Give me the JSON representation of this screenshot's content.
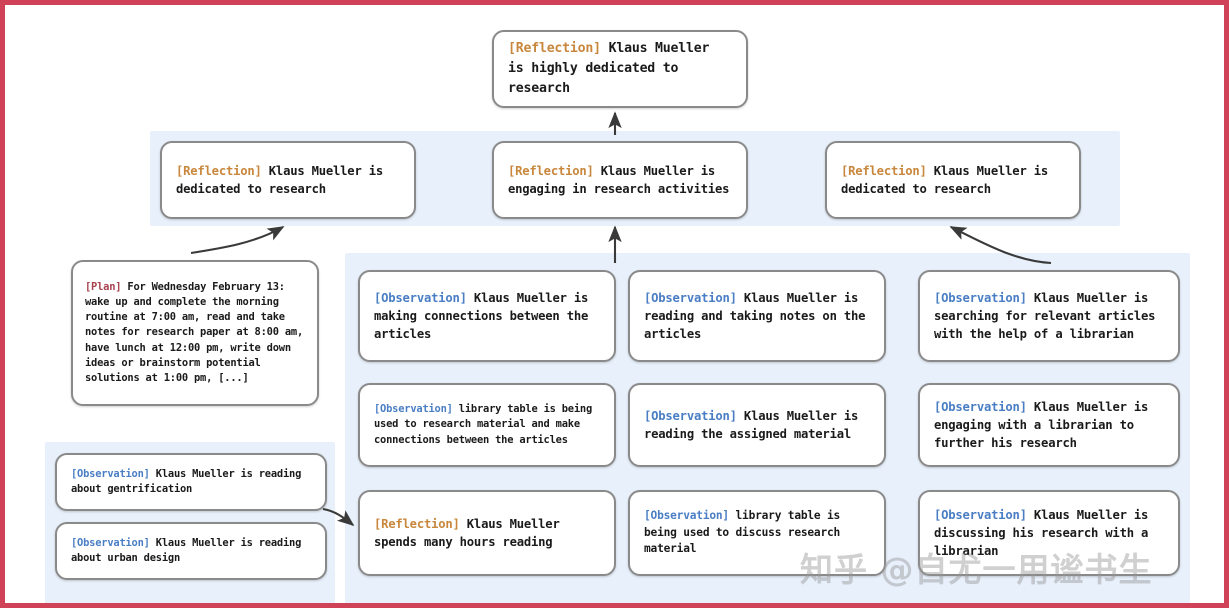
{
  "figure": {
    "border_color": "#cf4257",
    "panel_color": "#e8f0fb",
    "node_border_color": "#8a8a8a",
    "tag_colors": {
      "reflection": "#c8873c",
      "observation": "#4a7ec4",
      "plan": "#a8414e"
    },
    "watermark": "知乎 @自尤一用谧书生"
  },
  "tags": {
    "reflection": "[Reflection]",
    "observation": "[Observation]",
    "plan": "[Plan]"
  },
  "top_node": {
    "tag": "[Reflection]",
    "text": " Klaus Mueller is highly dedicated to research"
  },
  "reflection_row": [
    {
      "tag": "[Reflection]",
      "text": " Klaus Mueller is dedicated to research"
    },
    {
      "tag": "[Reflection]",
      "text": " Klaus Mueller is engaging in research activities"
    },
    {
      "tag": "[Reflection]",
      "text": " Klaus Mueller is dedicated to research"
    }
  ],
  "plan_node": {
    "tag": "[Plan]",
    "text": " For Wednesday February 13: wake up and complete the morning routine at 7:00 am, read and take notes for research paper at 8:00 am, have lunch at 12:00 pm, write down ideas or brainstorm potential solutions at 1:00 pm, [...]"
  },
  "left_observations": [
    {
      "tag": "[Observation]",
      "text": " Klaus Mueller is reading about gentrification"
    },
    {
      "tag": "[Observation]",
      "text": " Klaus Mueller is reading about urban design"
    }
  ],
  "column_1": [
    {
      "tag": "[Observation]",
      "text": " Klaus Mueller is making connections between the articles"
    },
    {
      "tag": "[Observation]",
      "text": " library table is being used to research material and make connections between the articles"
    },
    {
      "tag": "[Reflection]",
      "text": " Klaus Mueller spends many hours reading"
    }
  ],
  "column_2": [
    {
      "tag": "[Observation]",
      "text": " Klaus Mueller is reading and taking notes on the articles"
    },
    {
      "tag": "[Observation]",
      "text": " Klaus Mueller is reading the assigned material"
    },
    {
      "tag": "[Observation]",
      "text": " library table is being used to discuss research material"
    }
  ],
  "column_3": [
    {
      "tag": "[Observation]",
      "text": " Klaus Mueller is searching for relevant articles with the help of a librarian"
    },
    {
      "tag": "[Observation]",
      "text": " Klaus Mueller is engaging with a librarian to further his research"
    },
    {
      "tag": "[Observation]",
      "text": " Klaus Mueller is discussing his research with a librarian"
    }
  ]
}
